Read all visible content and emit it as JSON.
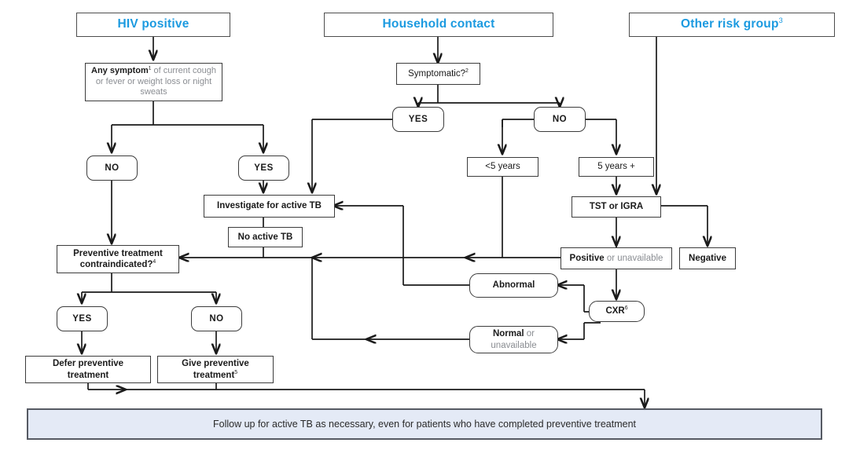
{
  "diagram": {
    "title": "TB preventive treatment algorithm",
    "accent_color": "#1b9ae0",
    "line_color": "#1a1a1a",
    "banner_fill": "#e4eaf6",
    "banner_border": "#565a63"
  },
  "headers": {
    "hiv_positive": "HIV positive",
    "household_contact": "Household contact",
    "other_risk_group": "Other risk group",
    "other_risk_group_note": "3"
  },
  "nodes": {
    "any_symptom_bold": "Any symptom",
    "any_symptom_note": "1",
    "any_symptom_rest": " of current cough or fever or weight loss or night sweats",
    "symptomatic": "Symptomatic?",
    "symptomatic_note": "2",
    "yes": "YES",
    "no": "NO",
    "hiv_no": "NO",
    "hiv_yes": "YES",
    "under_five": "<5 years",
    "five_plus": "5 years +",
    "investigate": "Investigate for active TB",
    "no_active_tb": "No active TB",
    "tst_igra": "TST or IGRA",
    "positive_bold": "Positive",
    "positive_rest": " or unavailable",
    "negative": "Negative",
    "contraindicated_l1": "Preventive treatment",
    "contraindicated_l2": "contraindicated?",
    "contraindicated_note": "4",
    "abnormal": "Abnormal",
    "cxr": "CXR",
    "cxr_note": "6",
    "normal_bold": "Normal",
    "normal_rest": " or",
    "normal_l2": "unavailable",
    "contra_yes": "YES",
    "contra_no": "NO",
    "defer_l1": "Defer preventive",
    "defer_l2": "treatment",
    "give_l1": "Give preventive",
    "give_l2": "treatment",
    "give_note": "5"
  },
  "banner": {
    "text": "Follow up for active TB as necessary, even for patients who have completed preventive treatment"
  }
}
